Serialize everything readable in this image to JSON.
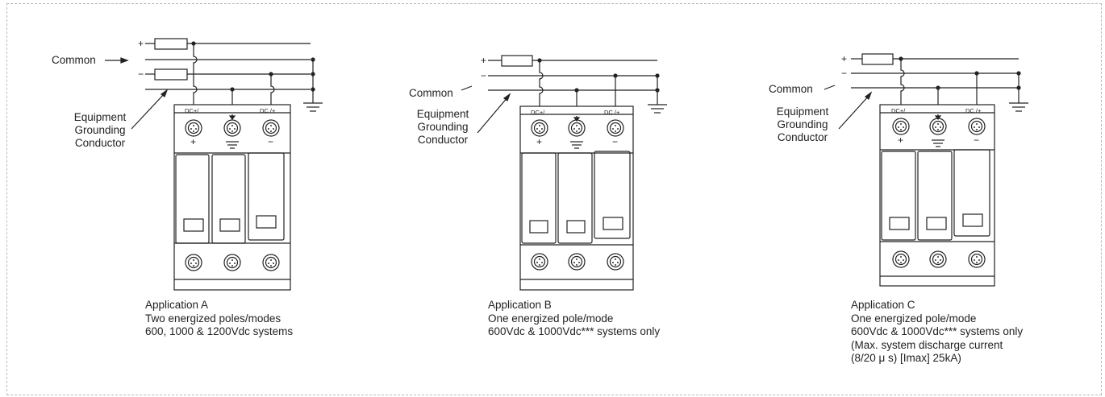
{
  "applications": [
    {
      "id": "A",
      "sign_plus": "+",
      "sign_minus": "−",
      "common_label": "Common",
      "egc_lines": [
        "Equipment",
        "Grounding",
        "Conductor"
      ],
      "module_labels": [
        "DC+/",
        "DC /+"
      ],
      "terminal_signs": [
        "+",
        "−"
      ],
      "caption": [
        "Application A",
        "Two energized poles/modes",
        "600, 1000 & 1200Vdc systems"
      ]
    },
    {
      "id": "B",
      "sign_plus": "+",
      "sign_minus": "−",
      "common_label": "Common",
      "egc_lines": [
        "Equipment",
        "Grounding",
        "Conductor"
      ],
      "module_labels": [
        "DC+/",
        "DC /+"
      ],
      "terminal_signs": [
        "+",
        "−"
      ],
      "caption": [
        "Application B",
        "One energized pole/mode",
        "600Vdc & 1000Vdc*** systems only"
      ]
    },
    {
      "id": "C",
      "sign_plus": "+",
      "sign_minus": "−",
      "common_label": "Common",
      "egc_lines": [
        "Equipment",
        "Grounding",
        "Conductor"
      ],
      "module_labels": [
        "DC+/",
        "DC /+"
      ],
      "terminal_signs": [
        "+",
        "−"
      ],
      "caption": [
        "Application C",
        "One energized pole/mode",
        "600Vdc & 1000Vdc*** systems only",
        "(Max. system discharge current",
        "(8/20 μ s) [Imax] 25kA)"
      ]
    }
  ]
}
